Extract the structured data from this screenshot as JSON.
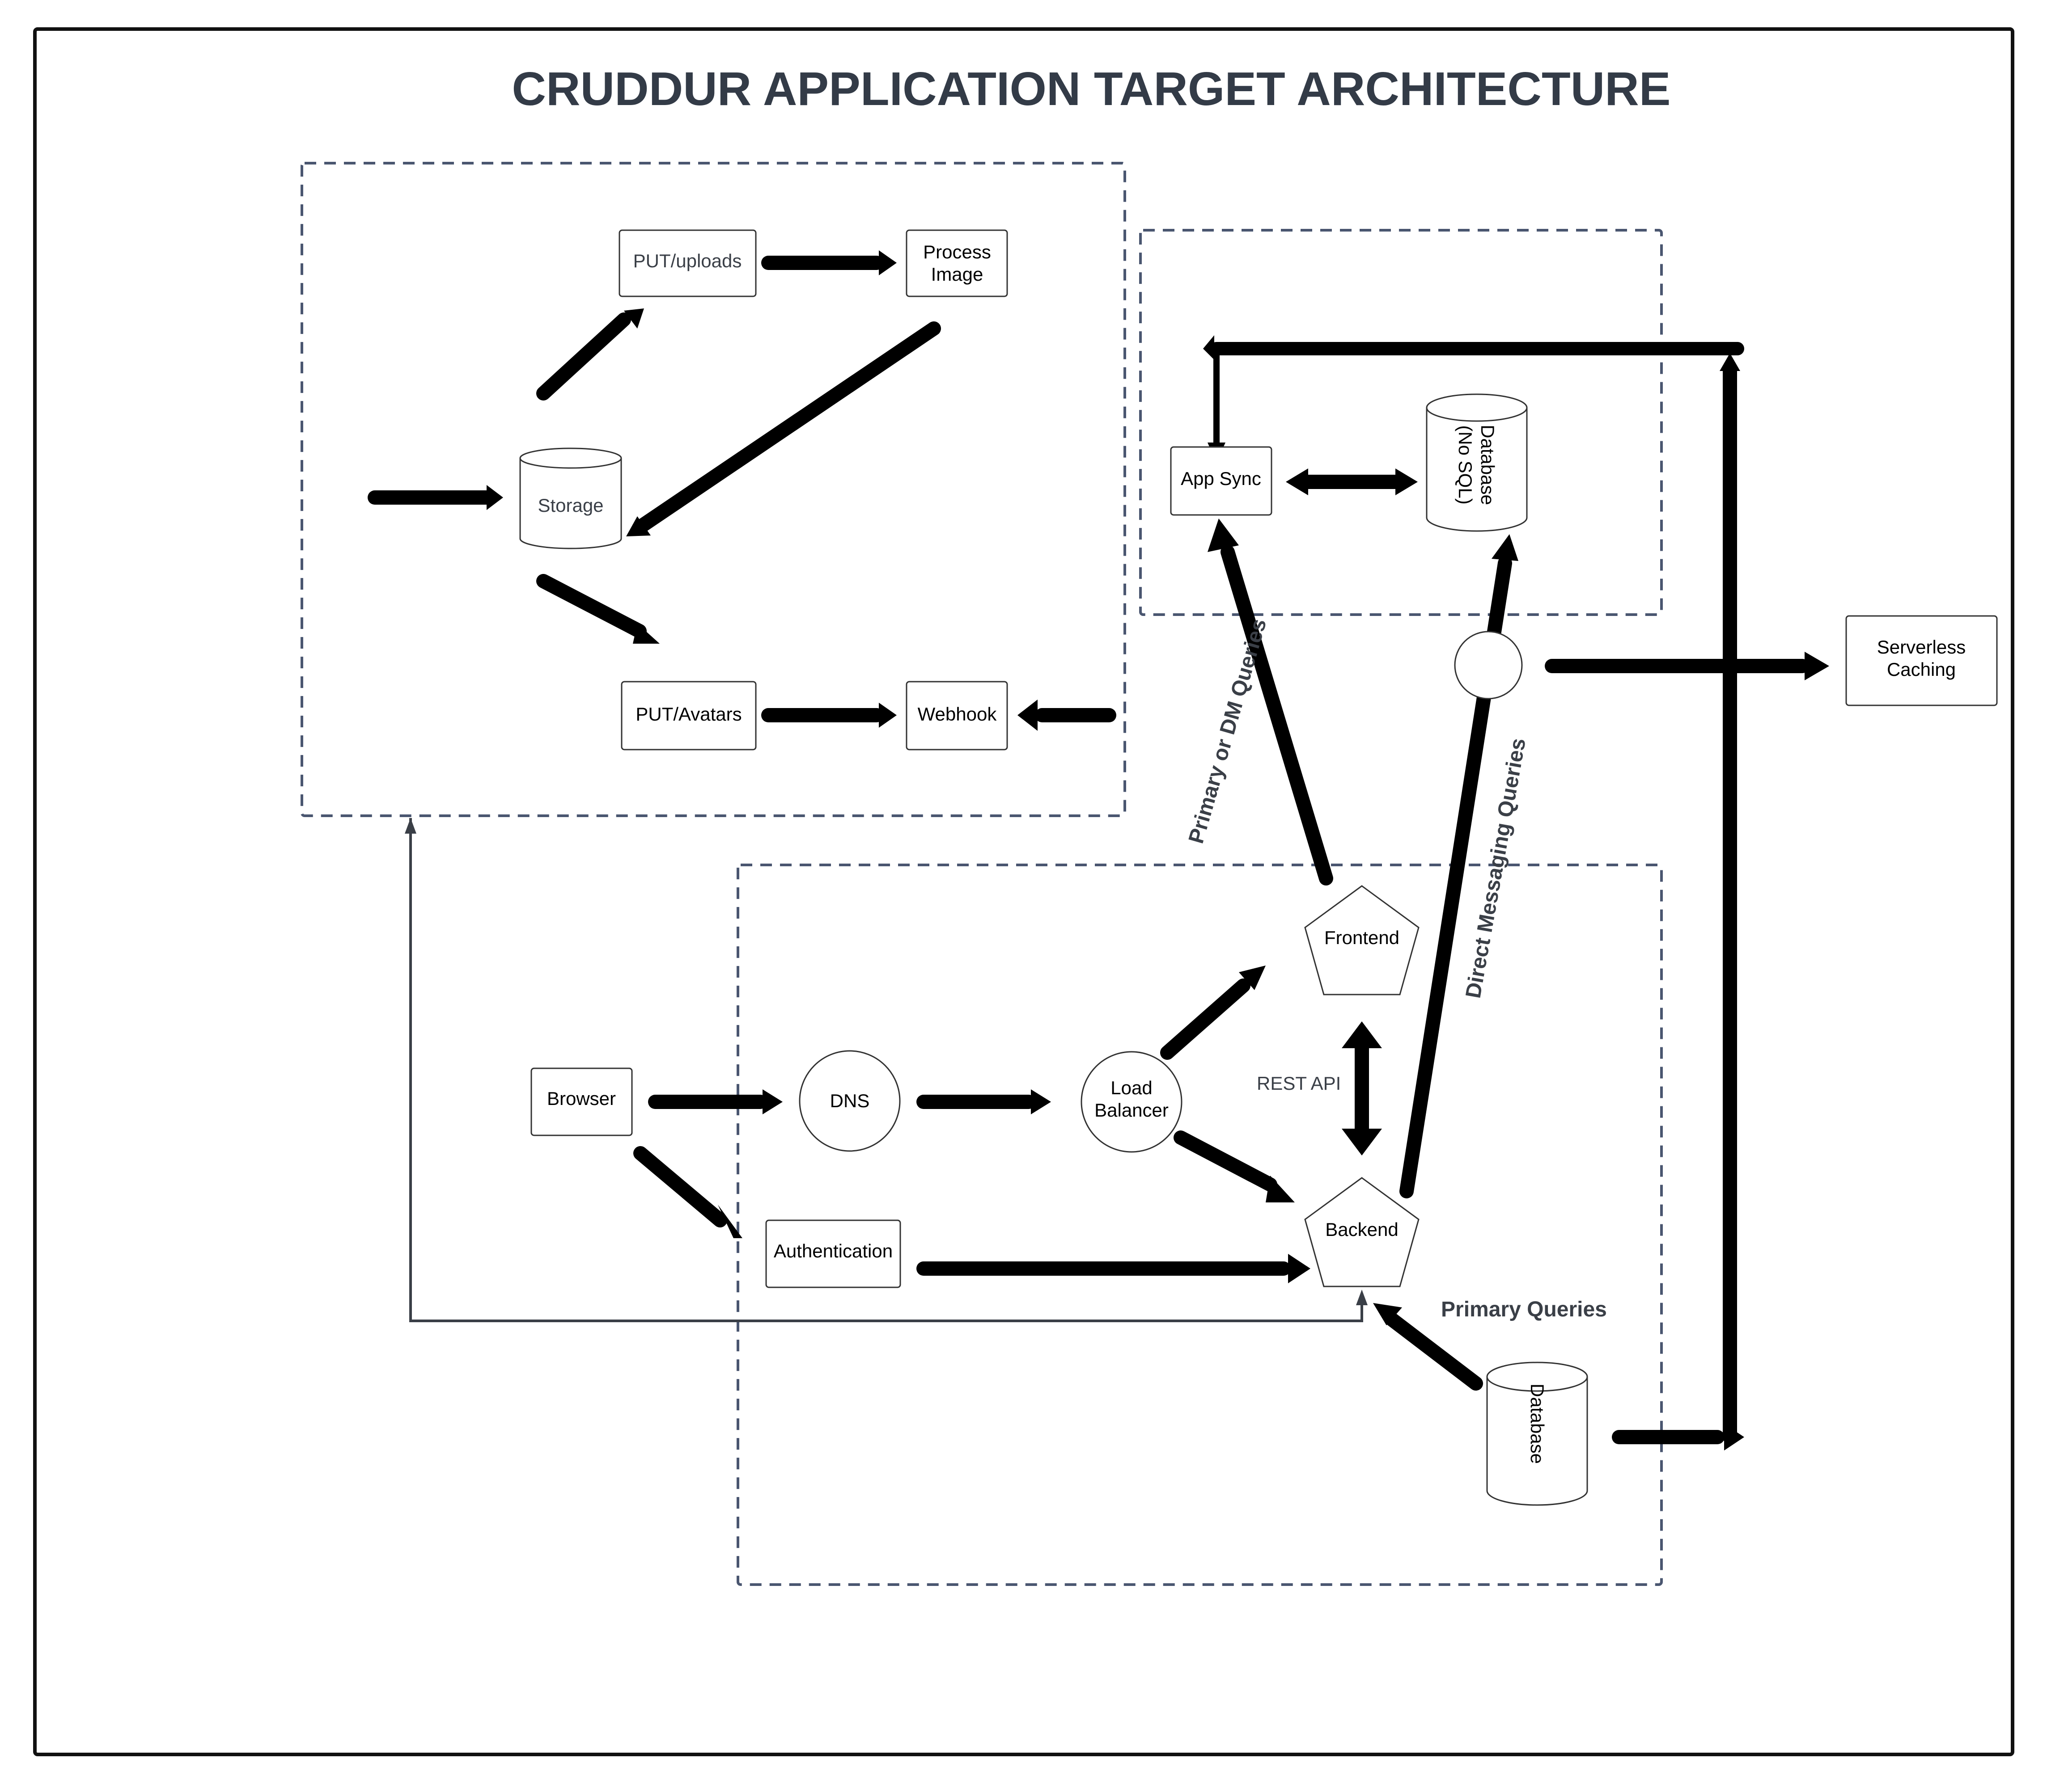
{
  "title": "CRUDDUR APPLICATION TARGET ARCHITECTURE",
  "nodes": {
    "put_uploads": "PUT/uploads",
    "process_image_line1": "Process",
    "process_image_line2": "Image",
    "storage": "Storage",
    "put_avatars": "PUT/Avatars",
    "webhook": "Webhook",
    "app_sync": "App Sync",
    "database_nosql_line1": "Database",
    "database_nosql_line2": "(No SQL)",
    "serverless_caching_line1": "Serverless",
    "serverless_caching_line2": "Caching",
    "frontend": "Frontend",
    "backend": "Backend",
    "browser": "Browser",
    "dns": "DNS",
    "load_balancer_line1": "Load",
    "load_balancer_line2": "Balancer",
    "authentication": "Authentication",
    "database": "Database"
  },
  "edge_labels": {
    "primary_or_dm_queries": "Primary or DM Queries",
    "direct_messaging_queries": "Direct Messaging Queries",
    "rest_api": "REST API",
    "primary_queries": "Primary Queries"
  },
  "colors": {
    "title": "#333b47",
    "group_border": "#4a5670",
    "arrow": "#000000"
  }
}
